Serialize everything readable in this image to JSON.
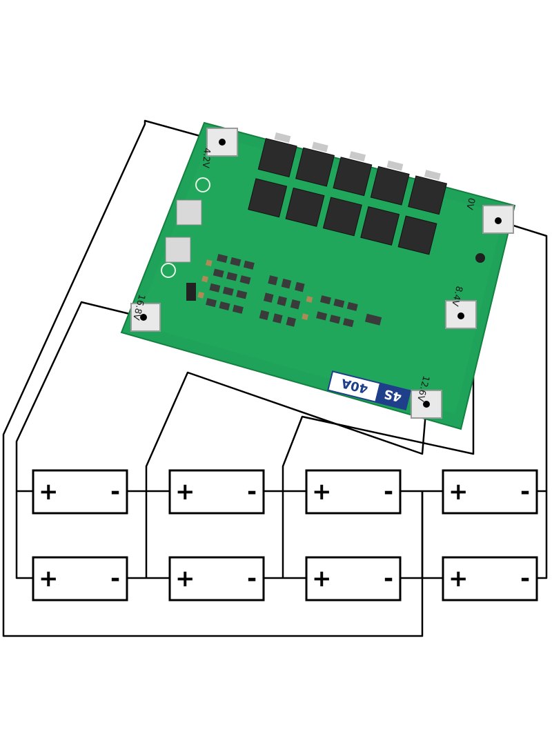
{
  "board": {
    "color": "#1fa35a",
    "pads": {
      "p42": "4.2V",
      "p84": "8.4V",
      "p126": "12.6V",
      "p168": "16.8V",
      "p0": "0V"
    },
    "badge": {
      "series": "4S",
      "current": "40A"
    }
  },
  "batteries": {
    "plus": "+",
    "minus": "-",
    "rows": 2,
    "columns": 4
  },
  "colors": {
    "wire": "#000000",
    "battery_outline": "#000000"
  }
}
